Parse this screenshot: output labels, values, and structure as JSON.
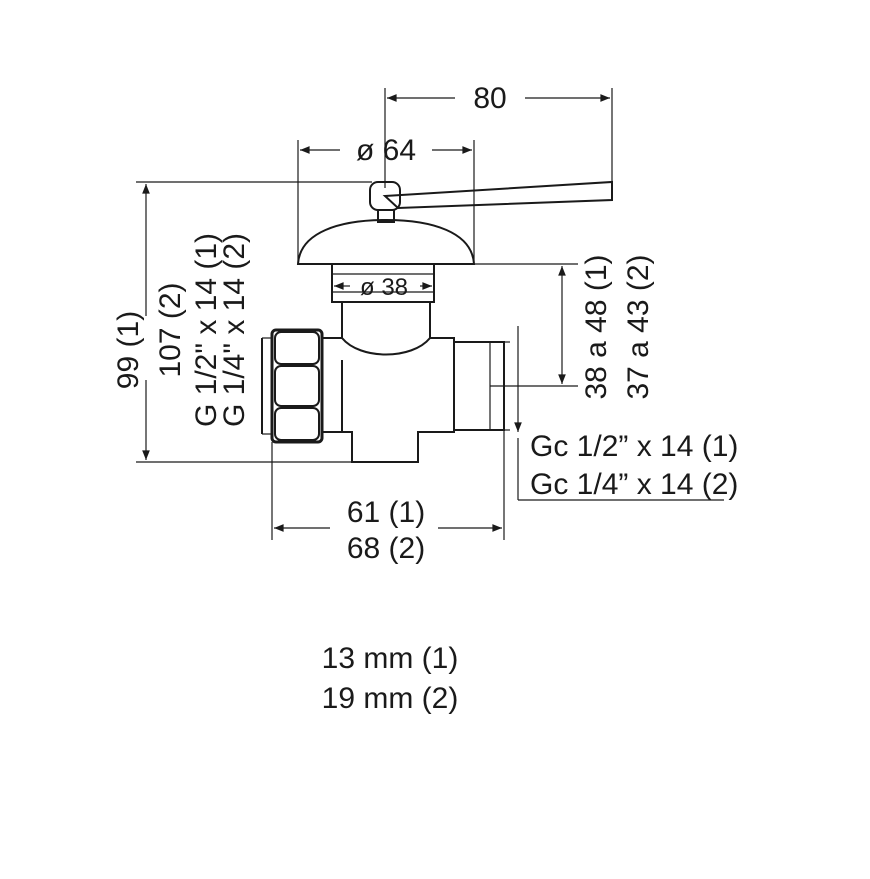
{
  "dimensions": {
    "width_overall": "80",
    "handle_diameter": "ø 64",
    "stem_diameter": "ø 38",
    "height_1": "99 (1)",
    "height_2": "107 (2)",
    "thread_g_1": "G 1/2\" x 14 (1)",
    "thread_g_2": "G 1/4\" x 14 (2)",
    "stem_range_1": "38 a 48 (1)",
    "stem_range_2": "37 a 43 (2)",
    "thread_gc_1": "Gc 1/2” x 14 (1)",
    "thread_gc_2": "Gc 1/4” x 14 (2)",
    "length_1": "61 (1)",
    "length_2": "68 (2)"
  },
  "notes": {
    "bore_1": "13 mm (1)",
    "bore_2": "19 mm (2)"
  }
}
